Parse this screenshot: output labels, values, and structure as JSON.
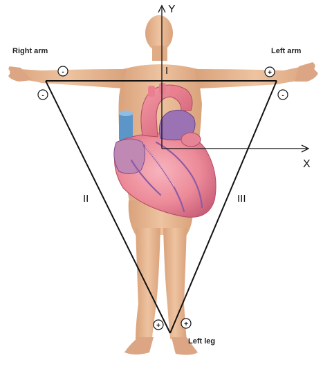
{
  "limbs": {
    "right_arm": "Right arm",
    "left_arm": "Left arm",
    "left_leg": "Left leg"
  },
  "leads": {
    "lead_1": "I",
    "lead_2": "II",
    "lead_3": "III"
  },
  "axes": {
    "x": "X",
    "y": "Y"
  },
  "electrodes": {
    "ra_lead1": "-",
    "ra_lead2": "-",
    "la_lead1": "+",
    "la_lead3": "-",
    "ll_lead2": "+",
    "ll_lead3": "+"
  },
  "colors": {
    "skin": "#e7b892",
    "skin_shadow": "#d59e78",
    "heart": "#ec8a98",
    "heart_dark": "#c9607a",
    "vessel_blue": "#5c96c9",
    "vein_purple": "#9b72b4",
    "line": "#111111"
  }
}
